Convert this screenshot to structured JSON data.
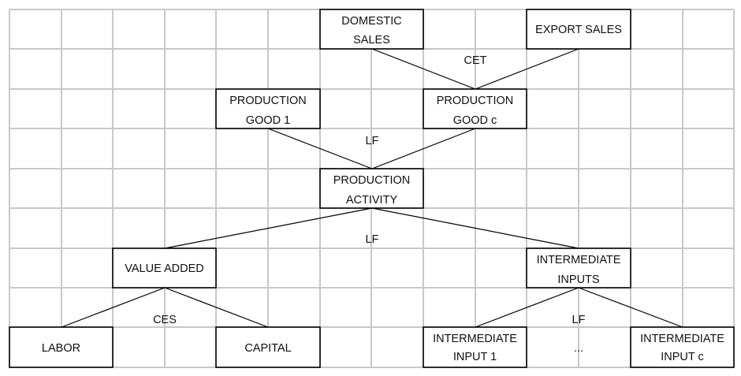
{
  "nodes": {
    "domestic_sales": [
      "DOMESTIC",
      "SALES"
    ],
    "export_sales": [
      "EXPORT SALES"
    ],
    "production_good_1": [
      "PRODUCTION",
      "GOOD 1"
    ],
    "production_good_c": [
      "PRODUCTION",
      "GOOD c"
    ],
    "production_activity": [
      "PRODUCTION",
      "ACTIVITY"
    ],
    "value_added": [
      "VALUE ADDED"
    ],
    "intermediate_inputs": [
      "INTERMEDIATE",
      "INPUTS"
    ],
    "labor": [
      "LABOR"
    ],
    "capital": [
      "CAPITAL"
    ],
    "intermediate_input_1": [
      "INTERMEDIATE",
      "INPUT 1"
    ],
    "ellipsis": [
      "..."
    ],
    "intermediate_input_c": [
      "INTERMEDIATE",
      "INPUT c"
    ]
  },
  "edge_labels": {
    "cet": "CET",
    "lf_goods": "LF",
    "lf_activity": "LF",
    "ces": "CES",
    "lf_inputs": "LF"
  },
  "colors": {
    "grid": "#c8c8c8",
    "box_border": "#000000",
    "line": "#000000",
    "text": "#111111"
  }
}
